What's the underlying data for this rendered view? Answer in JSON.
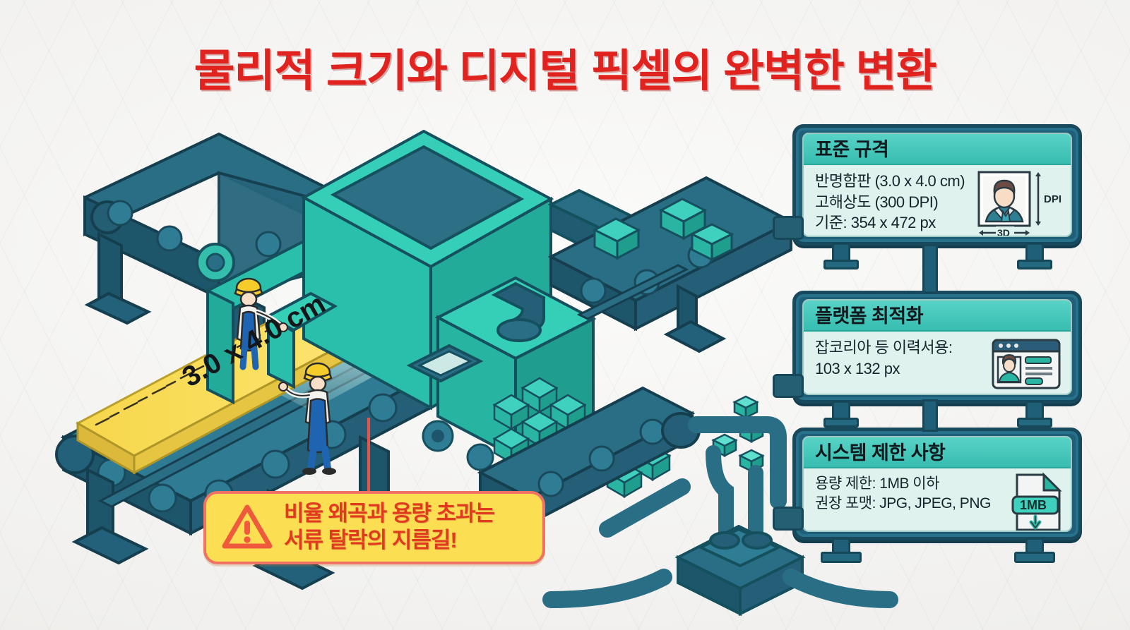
{
  "page": {
    "title": "물리적 크기와 디지털 픽셀의 완벽한 변환",
    "title_color": "#e0231f",
    "background_color": "#f3f2f0"
  },
  "scene": {
    "ruler_label": "3.0 x 4.0 cm",
    "machine_color": "#2ec4b0",
    "structure_color": "#1f5f77",
    "structure_dark": "#174454",
    "pixel_cube_color": "#3fd1bd",
    "worker_helmet_color": "#f5cc2a",
    "worker_overall_color": "#1e64b0"
  },
  "panels": [
    {
      "title": "표준 규격",
      "lines": [
        "반명함판 (3.0 x 4.0 cm)",
        "고해상도 (300 DPI)",
        "기준: 354 x 472 px"
      ],
      "icon": "id-photo-icon",
      "icon_labels": {
        "vertical": "DPI",
        "horizontal": "3D"
      }
    },
    {
      "title": "플랫폼 최적화",
      "lines": [
        "잡코리아 등 이력서용:",
        "103 x 132 px"
      ],
      "icon": "resume-browser-icon",
      "icon_labels": {}
    },
    {
      "title": "시스템 제한 사항",
      "lines": [
        "용량 제한: 1MB 이하",
        "권장 포맷: JPG, JPEG, PNG"
      ],
      "icon": "file-size-icon",
      "icon_labels": {
        "badge": "1MB"
      }
    }
  ],
  "callout": {
    "icon": "warning-triangle-icon",
    "line1": "비율 왜곡과 용량 초과는",
    "line2": "서류 탈락의 지름길!",
    "background_color": "#fbde52",
    "border_color": "#ef7264",
    "text_color": "#e03b20"
  }
}
